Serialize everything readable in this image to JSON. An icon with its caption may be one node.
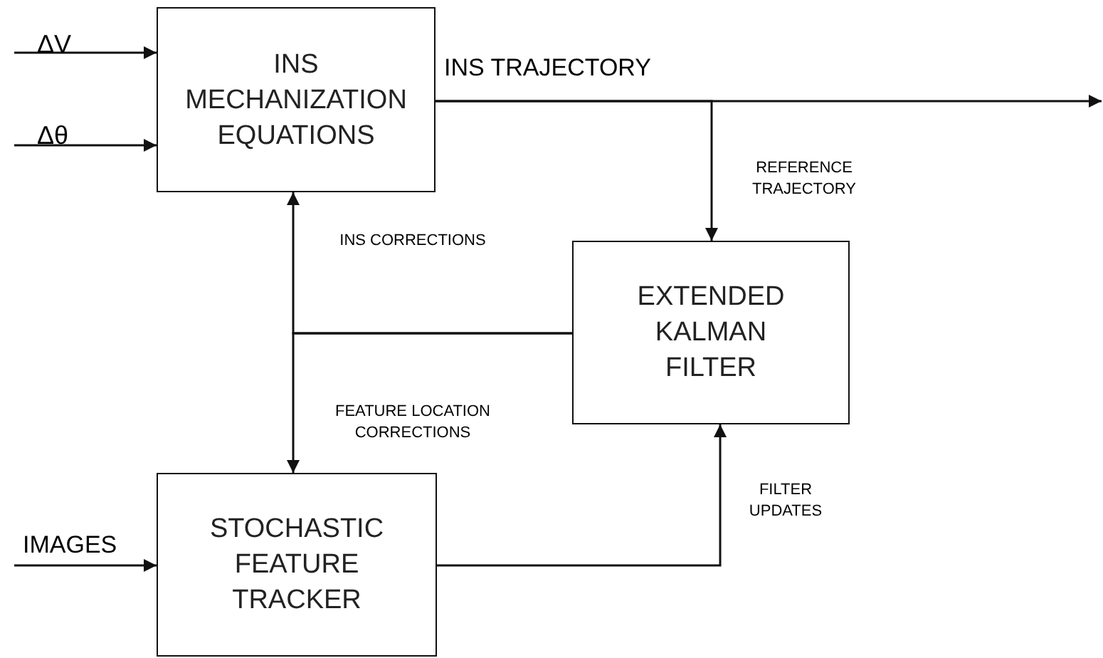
{
  "diagram": {
    "nodes": [
      {
        "text": [
          "INS MECHANIZATION EQUATIONS"
        ]
      },
      {
        "text": [
          "EXTENDED KALMAN FILTER"
        ]
      },
      {
        "text": [
          "STOCHASTIC FEATURE TRACKER"
        ]
      }
    ],
    "edges": [
      {
        "from": null,
        "to": 0,
        "arrow": "to",
        "label": "ΔV"
      },
      {
        "from": null,
        "to": 0,
        "arrow": "to",
        "label": "Δθ"
      },
      {
        "from": 0,
        "to": null,
        "arrow": "to",
        "label": "INS TRAJECTORY"
      },
      {
        "from": 0,
        "to": 1,
        "arrow": "to",
        "label": "REFERENCE TRAJECTORY"
      },
      {
        "from": 1,
        "to": 0,
        "arrow": "to",
        "label": "INS CORRECTIONS"
      },
      {
        "from": 1,
        "to": 2,
        "arrow": "to",
        "label": "FEATURE LOCATION CORRECTIONS"
      },
      {
        "from": null,
        "to": 2,
        "arrow": "to",
        "label": "IMAGES"
      },
      {
        "from": 2,
        "to": 1,
        "arrow": "to",
        "label": "FILTER UPDATES"
      }
    ]
  }
}
